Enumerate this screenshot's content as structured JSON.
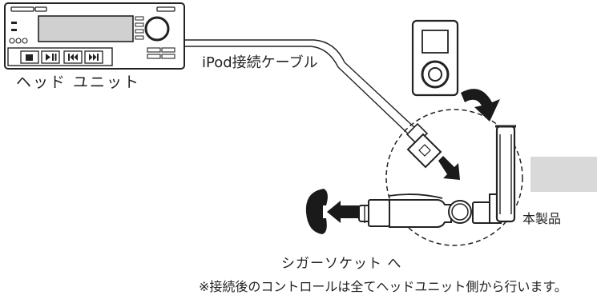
{
  "labels": {
    "head_unit": "ヘッド ユニット",
    "ipod_cable": "iPod接続ケーブル",
    "product": "本製品",
    "cigarette_socket": "シガーソケット へ",
    "note": "※接続後のコントロールは全てヘッドユニット側から行います。"
  },
  "head_unit_buttons": [
    {
      "icon": "stop-icon",
      "glyph": "■"
    },
    {
      "icon": "play-pause-icon",
      "glyph": "▶❙❙"
    },
    {
      "icon": "previous-track-icon",
      "glyph": "⏮"
    },
    {
      "icon": "next-track-icon",
      "glyph": "⏭"
    }
  ],
  "colors": {
    "line": "#222222",
    "display": "#d0d0d0",
    "arrow": "#1a1a1a",
    "gray_box": "#d9d9d9",
    "background": "#ffffff"
  }
}
